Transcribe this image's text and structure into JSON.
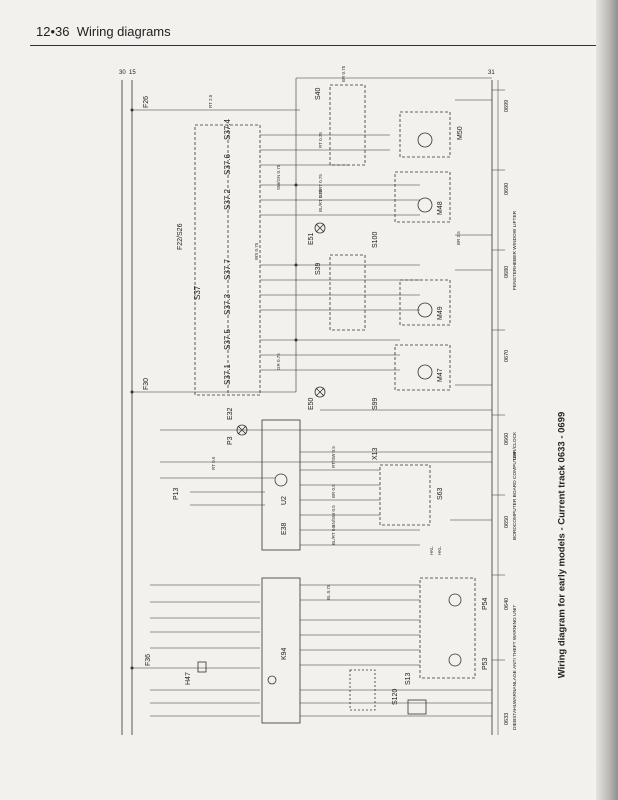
{
  "header": {
    "page_ref": "12•36",
    "section_title": "Wiring diagrams"
  },
  "caption": "Wiring diagram for early models - Current track 0633 - 0699",
  "rails": {
    "left": [
      "30",
      "15"
    ],
    "right": [
      "31"
    ]
  },
  "switches": [
    "S37.4",
    "S37.6",
    "S37.2",
    "S37.7",
    "S37",
    "S37.3",
    "S37.5",
    "S37.1"
  ],
  "fuses": [
    "F26",
    "F30",
    "F36",
    "F22/S26"
  ],
  "components": {
    "motors": [
      "M50",
      "M48",
      "M49",
      "M47"
    ],
    "switches_right": [
      "S40",
      "S39",
      "S100",
      "S99",
      "S120",
      "S13"
    ],
    "lamps": [
      "E32",
      "E51",
      "E50",
      "H47"
    ],
    "modules": [
      "U2",
      "E38",
      "K94",
      "S63"
    ],
    "misc": [
      "P13",
      "P3",
      "P54",
      "P53",
      "X13"
    ]
  },
  "wire_colours": [
    "RT 0.75",
    "GN/RT 0.75",
    "BL/RT 0.75",
    "BR 0.75",
    "SW/GN 0.75",
    "GR 0.75",
    "WS 0.75",
    "RT 2.5",
    "BR 2.5",
    "RT/SW 0.5",
    "BR 0.5",
    "GN/SW 0.5",
    "BL/RT 0.5",
    "RT 0.5",
    "BL 0.75"
  ],
  "track_numbers": [
    "0633",
    "0640",
    "0650",
    "0660",
    "0670",
    "0680",
    "0690",
    "0699"
  ],
  "section_notes": {
    "windows": "FENSTERHEBER WINDOW LIFTER",
    "clock": "UHR/CLOCK",
    "board_computer": "BORDCOMPUTER BOARD COMPUTER",
    "anti_theft": "DIEBSTAHLWARNANLAGE ANTI THEFT WARNING UNIT"
  },
  "legend_tags": [
    "HKL",
    "HKL"
  ]
}
